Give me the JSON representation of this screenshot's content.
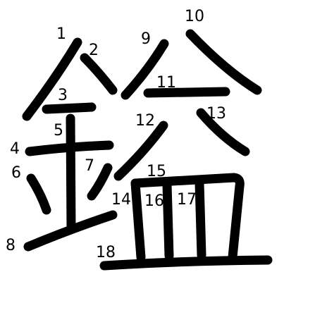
{
  "character": "鎰",
  "colors": {
    "stroke": "#000000",
    "label": "#000000",
    "background": "#ffffff"
  },
  "stroke_numbers": [
    "1",
    "2",
    "3",
    "4",
    "5",
    "6",
    "7",
    "8",
    "9",
    "10",
    "11",
    "12",
    "13",
    "14",
    "15",
    "16",
    "17",
    "18"
  ]
}
